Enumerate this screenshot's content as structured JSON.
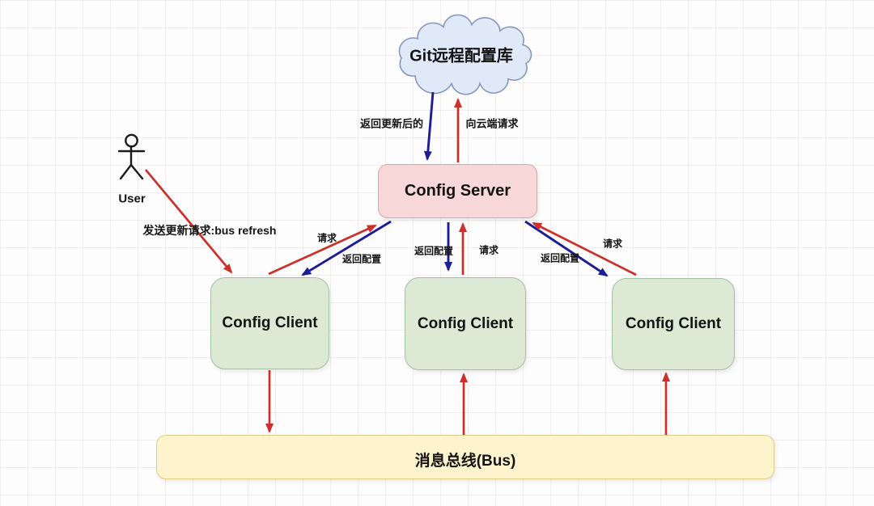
{
  "nodes": {
    "cloud": {
      "label": "Git远程配置库"
    },
    "server": {
      "label": "Config Server"
    },
    "clients": [
      {
        "label": "Config Client"
      },
      {
        "label": "Config Client"
      },
      {
        "label": "Config Client"
      }
    ],
    "bus": {
      "label": "消息总线(Bus)"
    },
    "user": {
      "label": "User"
    }
  },
  "edges": {
    "cloud_to_server": "返回更新后的",
    "server_to_cloud": "向云端请求",
    "user_to_client1": "发送更新请求:bus refresh",
    "client1_request": "请求",
    "client1_return": "返回配置",
    "client2_return": "返回配置",
    "client2_request": "请求",
    "client3_return": "返回配置",
    "client3_request": "请求"
  },
  "colors": {
    "arrow_red": "#cd2f2a",
    "arrow_blue": "#1d1d96",
    "server_fill": "#f8d7d8",
    "server_border": "#dfa3a6",
    "client_fill": "#dcead5",
    "client_border": "#a3bfa0",
    "bus_fill": "#fdf3cd",
    "bus_border": "#e0ca85",
    "cloud_fill": "#dfe9f7",
    "cloud_border": "#8695bd"
  }
}
